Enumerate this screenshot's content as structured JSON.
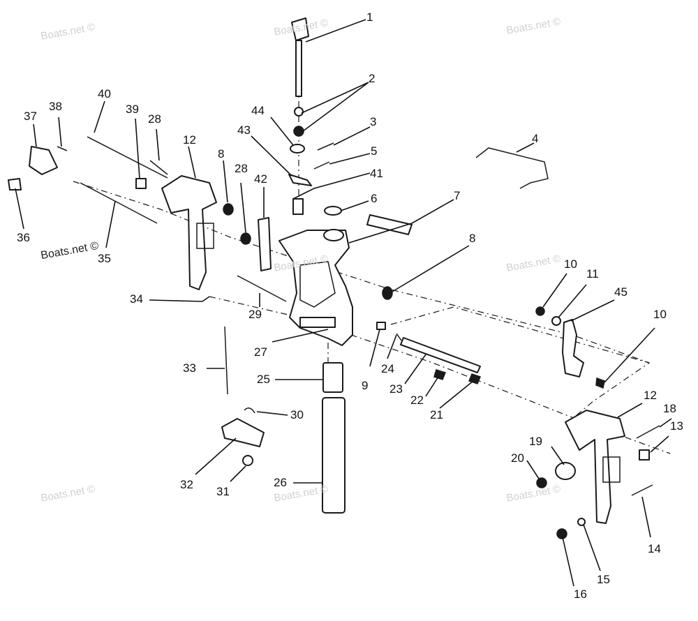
{
  "watermark": "Boats.net ©",
  "callouts": {
    "n1": "1",
    "n2": "2",
    "n3": "3",
    "n4": "4",
    "n5": "5",
    "n6": "6",
    "n7": "7",
    "n8a": "8",
    "n8b": "8",
    "n9": "9",
    "n10a": "10",
    "n10b": "10",
    "n11": "11",
    "n12a": "12",
    "n12b": "12",
    "n13": "13",
    "n14": "14",
    "n15": "15",
    "n16": "16",
    "n18": "18",
    "n19": "19",
    "n20": "20",
    "n21": "21",
    "n22": "22",
    "n23": "23",
    "n24": "24",
    "n25": "25",
    "n26": "26",
    "n27": "27",
    "n28a": "28",
    "n28b": "28",
    "n29": "29",
    "n30": "30",
    "n31": "31",
    "n32": "32",
    "n33": "33",
    "n34": "34",
    "n35": "35",
    "n36": "36",
    "n37": "37",
    "n38": "38",
    "n39": "39",
    "n40": "40",
    "n41": "41",
    "n42": "42",
    "n43": "43",
    "n44": "44",
    "n45": "45"
  },
  "colors": {
    "ink": "#1a1a1a",
    "paper": "#ffffff",
    "watermark": "#d0d0d0"
  }
}
